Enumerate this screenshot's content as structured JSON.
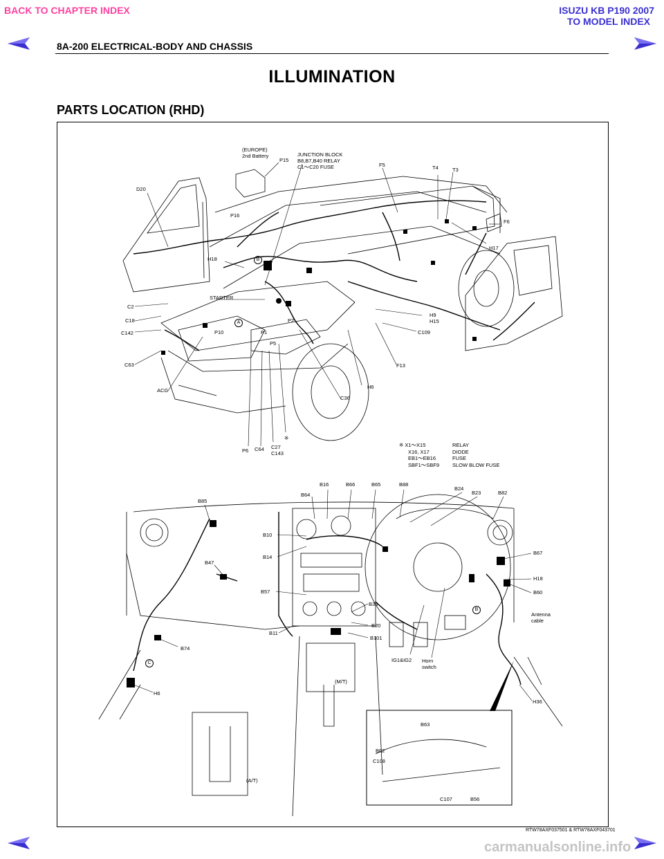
{
  "header": {
    "back_link": "BACK TO CHAPTER INDEX",
    "model_line1": "ISUZU KB P190 2007",
    "model_line2": "TO MODEL INDEX",
    "section": "8A-200  ELECTRICAL-BODY AND CHASSIS"
  },
  "title": "ILLUMINATION",
  "subtitle": "PARTS LOCATION (RHD)",
  "top_labels": {
    "europe": "(EUROPE)",
    "second_battery": "2nd Battery",
    "p15": "P15",
    "junction1": "JUNCTION BLOCK",
    "junction2": "B8,B7,B40 RELAY",
    "junction3": "C1〜C20 FUSE",
    "f5": "F5",
    "t4": "T4",
    "t3": "T3",
    "d20": "D20",
    "p16": "P16",
    "f6": "F6",
    "h17": "H17",
    "h18": "H18",
    "starter": "STARTER",
    "c2": "C2",
    "c18": "C18",
    "c142": "C142",
    "p10": "P10",
    "p2": "P2",
    "p1": "P1",
    "p5": "P5",
    "c63": "C63",
    "acg": "ACG",
    "h9": "H9",
    "h15": "H15",
    "c109": "C109",
    "f13": "F13",
    "h6_top": "H6",
    "c36": "C36",
    "p6": "P6",
    "c64": "C64",
    "c27": "C27",
    "c143": "C143",
    "ref_mark": "※",
    "marker_a": "A",
    "marker_b": "B"
  },
  "legend": [
    {
      "range": "※ X1〜X15",
      "desc": "RELAY"
    },
    {
      "range": "X16, X17",
      "desc": "DIODE"
    },
    {
      "range": "EB1〜EB16",
      "desc": "FUSE"
    },
    {
      "range": "SBF1〜SBF9",
      "desc": "SLOW BLOW FUSE"
    }
  ],
  "bottom_labels": {
    "b16": "B16",
    "b66": "B66",
    "b65": "B65",
    "b88": "B88",
    "b64": "B64",
    "b24": "B24",
    "b23": "B23",
    "b82": "B82",
    "b85": "B85",
    "b10": "B10",
    "b14": "B14",
    "b47": "B47",
    "b67": "B67",
    "h18": "H18",
    "b60": "B60",
    "b57": "B57",
    "b33": "B33",
    "antenna1": "Antenna",
    "antenna2": "cable",
    "b20": "B20",
    "b11": "B11",
    "b101": "B101",
    "b74": "B74",
    "ig": "IG1&IG2",
    "horn1": "Horn",
    "horn2": "switch",
    "mt": "(M/T)",
    "h6": "H6",
    "h36": "H36",
    "b63": "B63",
    "b62": "B62",
    "c108": "C108",
    "c107": "C107",
    "b56": "B56",
    "at": "(A/T)",
    "marker_c": "C",
    "marker_b": "B"
  },
  "doc_id": "RTW78AXF037501 & RTW78AXF043701",
  "watermark": "carmanualsonline.info",
  "colors": {
    "back_link": "#ff3fa0",
    "model_link": "#3a2fd0",
    "arrow": "#3a2fd0"
  },
  "icons": [
    "prev-page-arrow-icon",
    "next-page-arrow-icon"
  ]
}
